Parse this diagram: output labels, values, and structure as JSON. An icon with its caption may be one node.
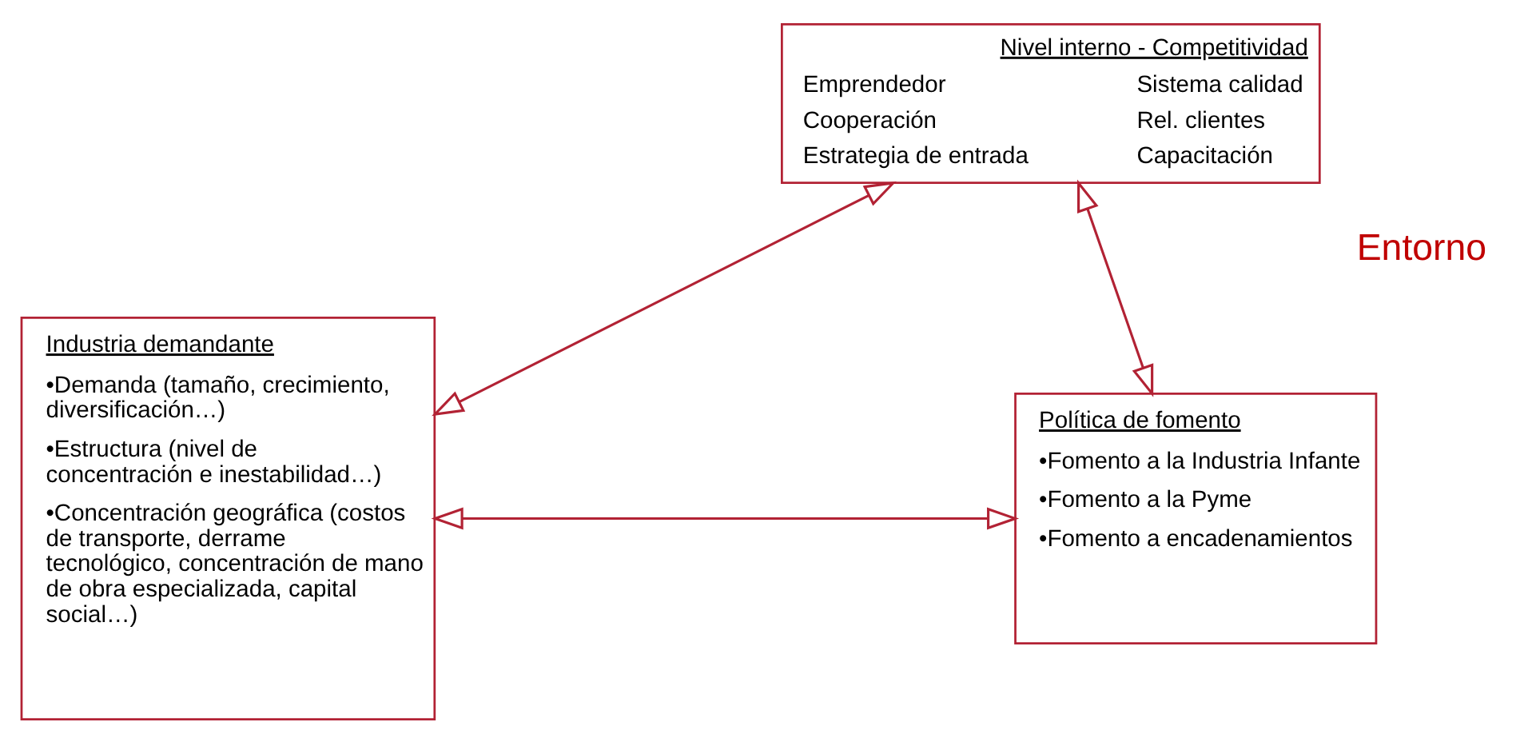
{
  "diagram": {
    "nodes": [
      {
        "text": [
          "Nivel interno - Competitividad",
          "Emprendedor",
          "Cooperación",
          "Estrategia de entrada",
          "Sistema calidad",
          "Rel. clientes",
          "Capacitación"
        ]
      },
      {
        "text": [
          "Industria demandante",
          "•Demanda (tamaño, crecimiento, diversificación…)",
          "•Estructura (nivel de concentración e inestabilidad…)",
          "•Concentración geográfica (costos de transporte, derrame tecnológico, concentración de mano de obra especializada, capital social…)"
        ]
      },
      {
        "text": [
          "Política de fomento",
          "•Fomento a la Industria Infante",
          "•Fomento a la Pyme",
          "•Fomento a encadenamientos"
        ]
      }
    ],
    "edges": [
      {
        "from": 0,
        "to": 1,
        "arrow": "both"
      },
      {
        "from": 0,
        "to": 2,
        "arrow": "both"
      },
      {
        "from": 1,
        "to": 2,
        "arrow": "both"
      }
    ],
    "labels": [
      "Entorno"
    ]
  }
}
